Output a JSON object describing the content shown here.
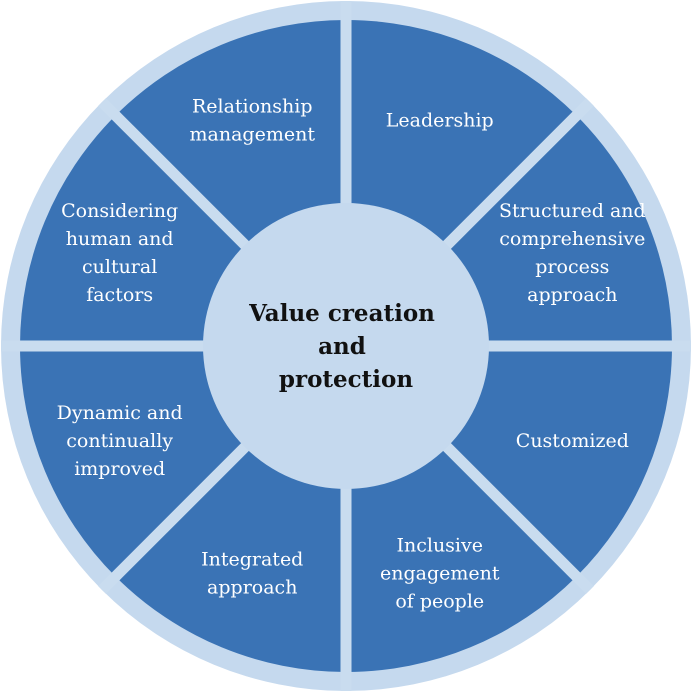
{
  "center": {
    "lines": [
      "Value creation",
      "and",
      "protection"
    ]
  },
  "segments": [
    {
      "id": "leadership",
      "lines": [
        "Leadership"
      ]
    },
    {
      "id": "structured-comprehensive",
      "lines": [
        "Structured and",
        "comprehensive",
        "process",
        "approach"
      ]
    },
    {
      "id": "customized",
      "lines": [
        "Customized"
      ]
    },
    {
      "id": "inclusive-engagement",
      "lines": [
        "Inclusive",
        "engagement",
        "of people"
      ]
    },
    {
      "id": "integrated-approach",
      "lines": [
        "Integrated",
        "approach"
      ]
    },
    {
      "id": "dynamic-improved",
      "lines": [
        "Dynamic and",
        "continually",
        "improved"
      ]
    },
    {
      "id": "human-cultural-factors",
      "lines": [
        "Considering",
        "human and",
        "cultural",
        "factors"
      ]
    },
    {
      "id": "relationship-management",
      "lines": [
        "Relationship",
        "management"
      ]
    }
  ],
  "colors": {
    "outer_ring": "#c5d9ee",
    "segment_fill": "#3a73b5",
    "separator": "#c9dcef",
    "center_fill": "#c5d9ee",
    "segment_text": "#ffffff",
    "center_text": "#111111"
  }
}
